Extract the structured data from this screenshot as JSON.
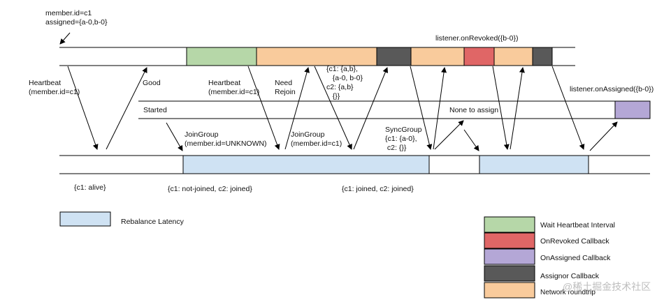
{
  "member_info": {
    "line1": "member.id=c1",
    "line2": "assigned={a-0,b-0}"
  },
  "labels": {
    "heartbeat_left": "Heartbeat\n(member.id=c1)",
    "good": "Good",
    "heartbeat_mid": "Heartbeat\n(member.id=c1)",
    "need_rejoin": "Need\nRejoin",
    "assignment": "{c1: {a,b},\n   {a-0, b-0}\nc2: {a,b}\n   {}}",
    "started": "Started",
    "join_group_unknown": "JoinGroup\n(member.id=UNKNOWN)",
    "join_group_c1": "JoinGroup\n(member.id=c1)",
    "sync_group": "SyncGroup\n{c1: {a-0},\n c2: {}}",
    "none_to_assign": "None to assign",
    "on_revoked": "listener.onRevoked({b-0})",
    "on_assigned": "listener.onAssigned({b-0})",
    "state_alive": "{c1: alive}",
    "state_not_joined": "{c1: not-joined, c2: joined}",
    "state_joined": "{c1: joined, c2: joined}",
    "rebalance_latency": "Rebalance Latency"
  },
  "legend": [
    {
      "label": "Wait Heartbeat Interval",
      "color": "#b6d7a8"
    },
    {
      "label": "OnRevoked Callback",
      "color": "#e06666"
    },
    {
      "label": "OnAssigned Callback",
      "color": "#b4a7d6"
    },
    {
      "label": "Assignor Callback",
      "color": "#595959"
    },
    {
      "label": "Network roundtrip",
      "color": "#f9cb9c"
    }
  ],
  "colors": {
    "rebalance": "#cfe2f3",
    "wait_heartbeat": "#b6d7a8",
    "network": "#f9cb9c",
    "assignor": "#595959",
    "on_revoked": "#e06666",
    "on_assigned": "#b4a7d6",
    "stroke": "#000000"
  },
  "watermark": "@稀土掘金技术社区"
}
